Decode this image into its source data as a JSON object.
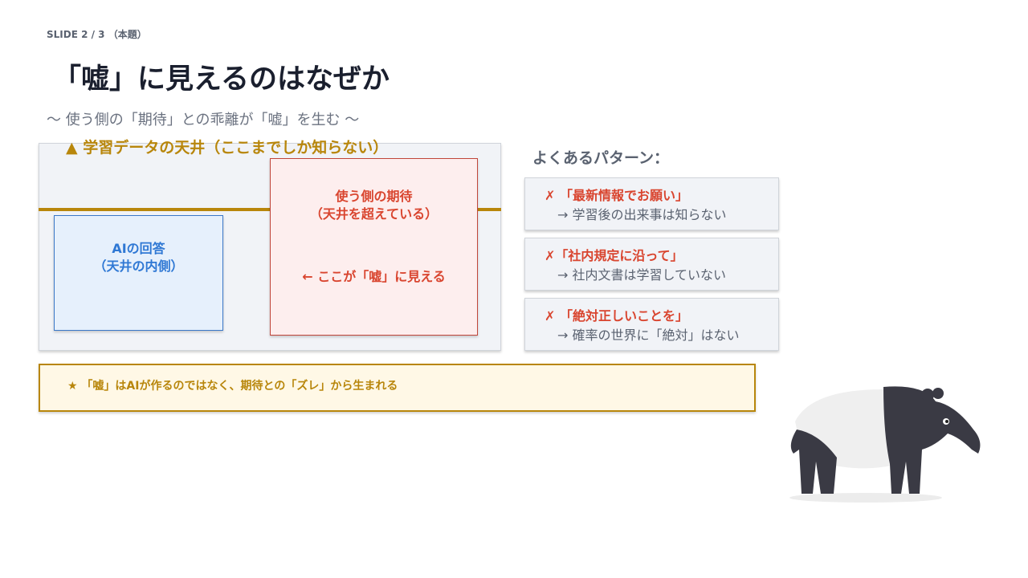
{
  "slide_label": "SLIDE 2 / 3 （本題）",
  "title": "「嘘」に見えるのはなぜか",
  "subtitle": "〜 使う側の「期待」との乖離が「嘘」を生む 〜",
  "diagram": {
    "ceiling_label": "▲ 学習データの天井（ここまでしか知らない）",
    "ai_box": {
      "line1": "AIの回答",
      "line2": "（天井の内側）"
    },
    "expect_box": {
      "line1": "使う側の期待",
      "line2": "（天井を超えている）",
      "note": "← ここが「嘘」に見える"
    }
  },
  "banner": "★ 「嘘」はAIが作るのではなく、期待との「ズレ」から生まれる",
  "patterns": {
    "heading": "よくあるパターン：",
    "items": [
      {
        "quote": "✗ 「最新情報でお願い」",
        "answer": "→ 学習後の出来事は知らない"
      },
      {
        "quote": "✗「社内規定に沿って」",
        "answer": "→ 社内文書は学習していない"
      },
      {
        "quote": "✗ 「絶対正しいことを」",
        "answer": "→ 確率の世界に「絶対」はない"
      }
    ]
  },
  "colors": {
    "accent": "#b8860b",
    "red": "#d9452f",
    "blue": "#2f78d4",
    "title": "#1a1f2e"
  }
}
